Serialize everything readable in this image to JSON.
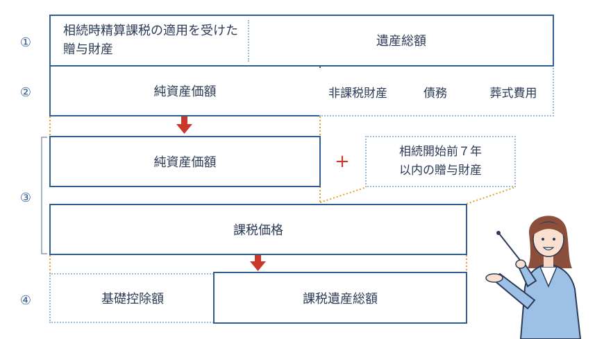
{
  "steps": {
    "s1": "①",
    "s2": "②",
    "s3": "③",
    "s4": "④"
  },
  "row1": {
    "gift_settlement": "相続時精算課税の適用を受けた贈与財産",
    "total_estate": "遺産総額"
  },
  "row2": {
    "net_assets": "純資産価額",
    "non_taxable": "非課税財産",
    "debts": "債務",
    "funeral": "葬式費用"
  },
  "row3": {
    "net_assets": "純資産価額",
    "plus": "+",
    "gifts_7y_line1": "相続開始前７年",
    "gifts_7y_line2": "以内の贈与財産",
    "taxable_value": "課税価格"
  },
  "row4": {
    "basic_deduction": "基礎控除額",
    "taxable_total": "課税遺産総額"
  },
  "colors": {
    "accent": "#2f5e93",
    "arrow": "#c9392b",
    "guide": "#e0a030",
    "dotted": "#9fb8d3"
  }
}
